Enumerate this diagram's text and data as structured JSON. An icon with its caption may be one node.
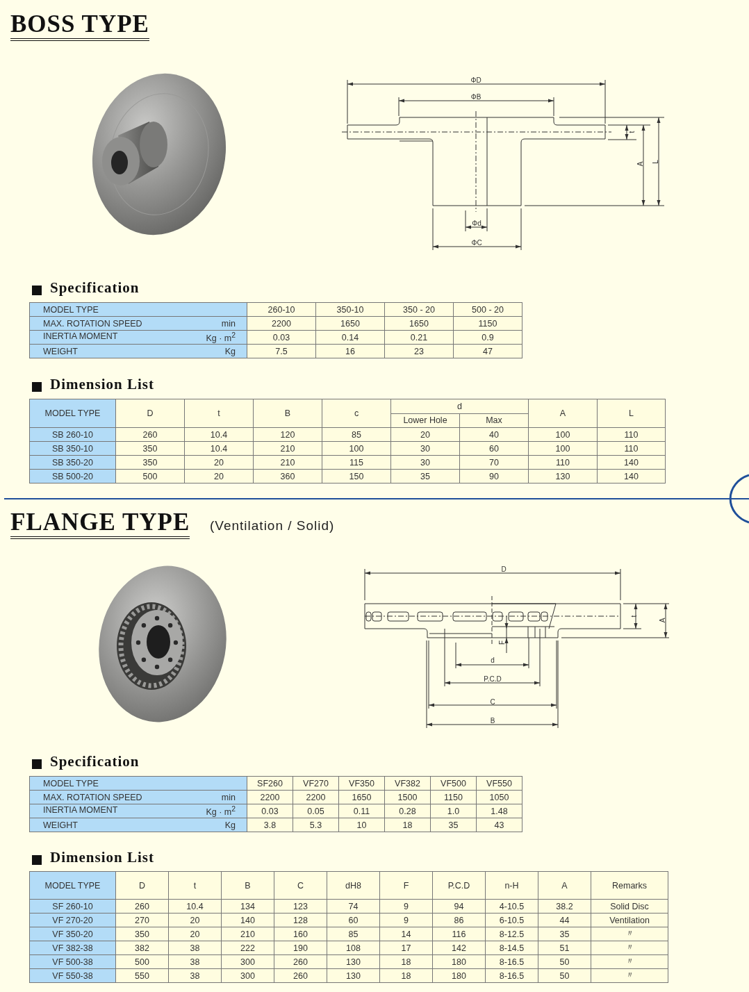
{
  "diagram": {
    "labels": [
      "BOSS TYPE",
      "ΦD",
      "ΦB",
      "t",
      "A",
      "L",
      "Φd",
      "ΦC",
      "Specification",
      "MODEL TYPE",
      "260-10",
      "350-10",
      "350 - 20",
      "500 - 20",
      "MAX. ROTATION SPEED",
      "min",
      "2200",
      "1650",
      "1650",
      "1150",
      "INERTIA MOMENT",
      "Kg · m$^{2}$",
      "0.03",
      "0.14",
      "0.21",
      "0.9",
      "WEIGHT",
      "Kg",
      "7.5",
      "16",
      "23",
      "47",
      "Dimension List",
      "MODEL TYPE",
      "D",
      "t",
      "B",
      "c",
      "d",
      "A",
      "L",
      "Lower Hole",
      "Max",
      "SB 260-10",
      "260",
      "10.4",
      "120",
      "85",
      "20",
      "40",
      "100",
      "110",
      "SB 350-10",
      "350",
      "10.4",
      "210",
      "100",
      "30",
      "60",
      "100",
      "110",
      "SB 350-20",
      "350",
      "20",
      "210",
      "115",
      "30",
      "70",
      "110",
      "140",
      "SB 500-20",
      "500",
      "20",
      "360",
      "150",
      "35",
      "90",
      "130",
      "140",
      "FLANGE TYPE",
      "(Ventilation / Solid)",
      "D",
      "t",
      "A",
      "F",
      "d",
      "P.C.D",
      "C",
      "B",
      "Specification",
      "MODEL TYPE",
      "SF260",
      "VF270",
      "VF350",
      "VF382",
      "VF500",
      "VF550",
      "MAX. ROTATION SPEED",
      "min",
      "2200",
      "2200",
      "1650",
      "1500",
      "1150",
      "1050",
      "INERTIA MOMENT",
      "Kg · m$^{2}$",
      "0.03",
      "0.05",
      "0.11",
      "0.28",
      "1.0",
      "1.48",
      "WEIGHT",
      "Kg",
      "3.8",
      "5.3",
      "10",
      "18",
      "35",
      "43",
      "Dimension List",
      "MODEL TYPE",
      "D",
      "t",
      "B",
      "C",
      "dH8",
      "F",
      "P.C.D",
      "n-H",
      "A",
      "Remarks",
      "SF 260-10",
      "260",
      "10.4",
      "134",
      "123",
      "74",
      "9",
      "94",
      "4-10.5",
      "38.2",
      "Solid Disc",
      "VF 270-20",
      "270",
      "20",
      "140",
      "128",
      "60",
      "9",
      "86",
      "6-10.5",
      "44",
      "Ventilation",
      "VF 350-20",
      "350",
      "20",
      "210",
      "160",
      "85",
      "14",
      "116",
      "8-12.5",
      "35",
      "〃",
      "VF 382-38",
      "382",
      "38",
      "222",
      "190",
      "108",
      "17",
      "142",
      "8-14.5",
      "51",
      "〃",
      "VF 500-38",
      "500",
      "38",
      "300",
      "260",
      "130",
      "18",
      "180",
      "8-16.5",
      "50",
      "〃",
      "VF 550-38",
      "550",
      "38",
      "300",
      "260",
      "130",
      "18",
      "180",
      "8-16.5",
      "50",
      "〃"
    ]
  }
}
